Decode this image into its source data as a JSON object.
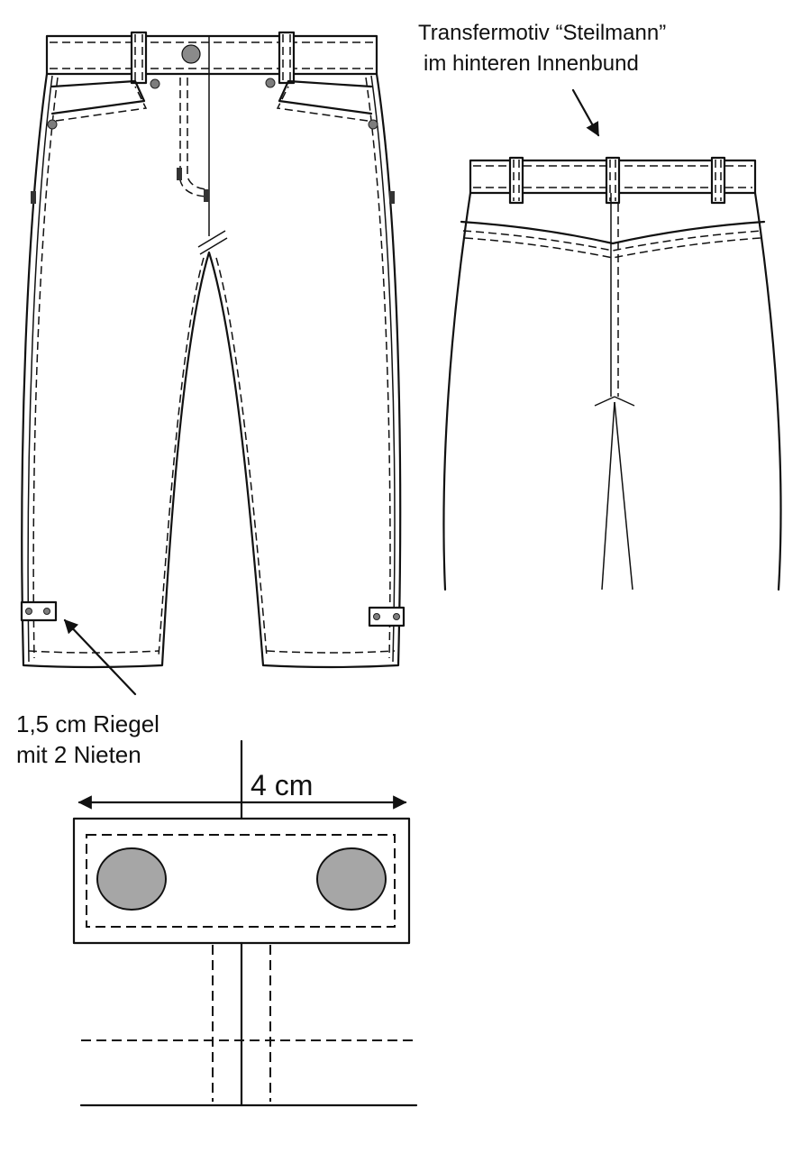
{
  "annotations": {
    "transfer_line1": "Transfermotiv “Steilmann”",
    "transfer_line2": "im hinteren Innenbund",
    "bartack_line1": "1,5 cm Riegel",
    "bartack_line2": "mit 2 Nieten",
    "dimension": "4 cm"
  },
  "colors": {
    "line": "#111111",
    "rivet_fill": "#a6a6a6",
    "background": "#ffffff"
  }
}
